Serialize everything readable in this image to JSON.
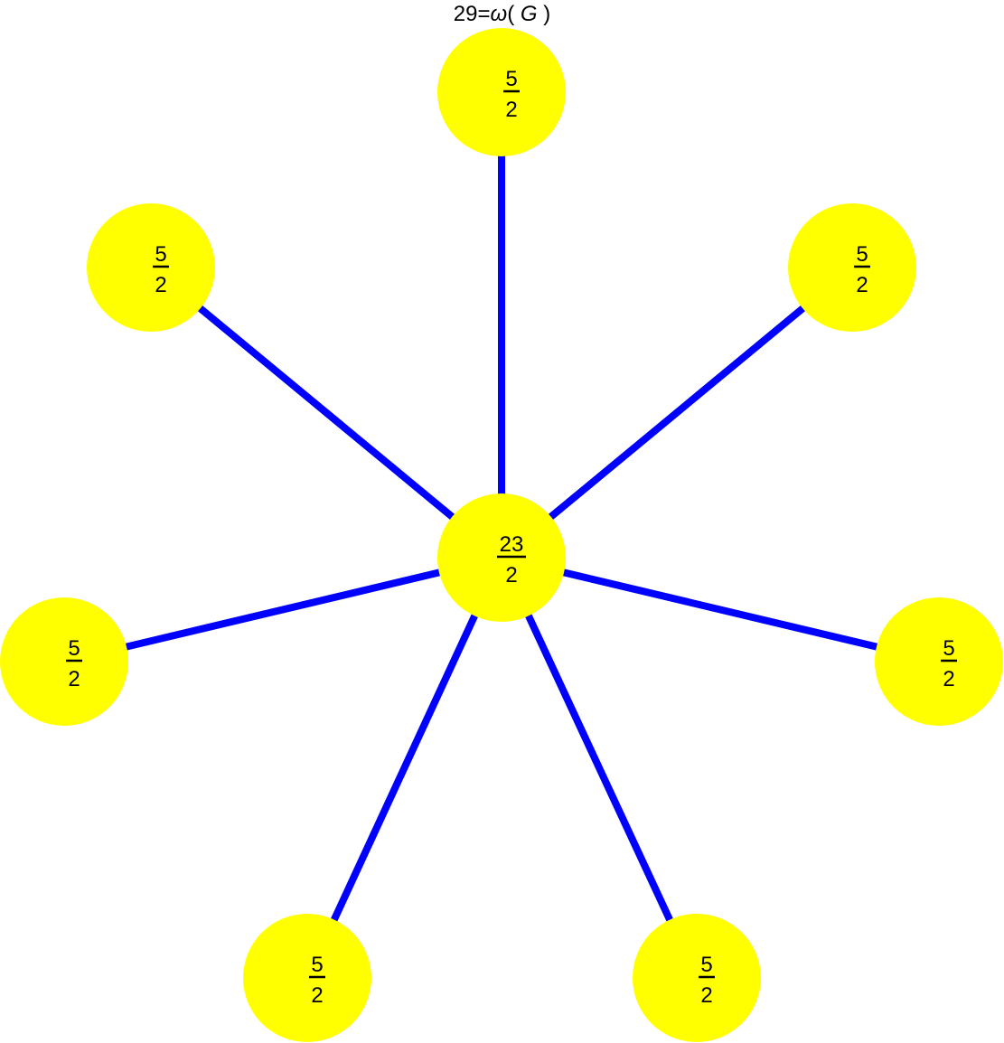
{
  "title": {
    "prefix": "29=",
    "omega": "ω",
    "open": "( ",
    "graph": "G",
    "close": " )"
  },
  "colors": {
    "node_fill": "#ffff00",
    "edge": "#0000ff",
    "text": "#000000",
    "background": "#ffffff"
  },
  "nodes": [
    {
      "id": "center",
      "numerator": "23",
      "denominator": "2"
    },
    {
      "id": "top",
      "numerator": "5",
      "denominator": "2"
    },
    {
      "id": "upper-left",
      "numerator": "5",
      "denominator": "2"
    },
    {
      "id": "upper-right",
      "numerator": "5",
      "denominator": "2"
    },
    {
      "id": "left",
      "numerator": "5",
      "denominator": "2"
    },
    {
      "id": "right",
      "numerator": "5",
      "denominator": "2"
    },
    {
      "id": "lower-left",
      "numerator": "5",
      "denominator": "2"
    },
    {
      "id": "lower-right",
      "numerator": "5",
      "denominator": "2"
    }
  ],
  "edges": [
    {
      "from": "center",
      "to": "top"
    },
    {
      "from": "center",
      "to": "upper-left"
    },
    {
      "from": "center",
      "to": "upper-right"
    },
    {
      "from": "center",
      "to": "left"
    },
    {
      "from": "center",
      "to": "right"
    },
    {
      "from": "center",
      "to": "lower-left"
    },
    {
      "from": "center",
      "to": "lower-right"
    }
  ]
}
